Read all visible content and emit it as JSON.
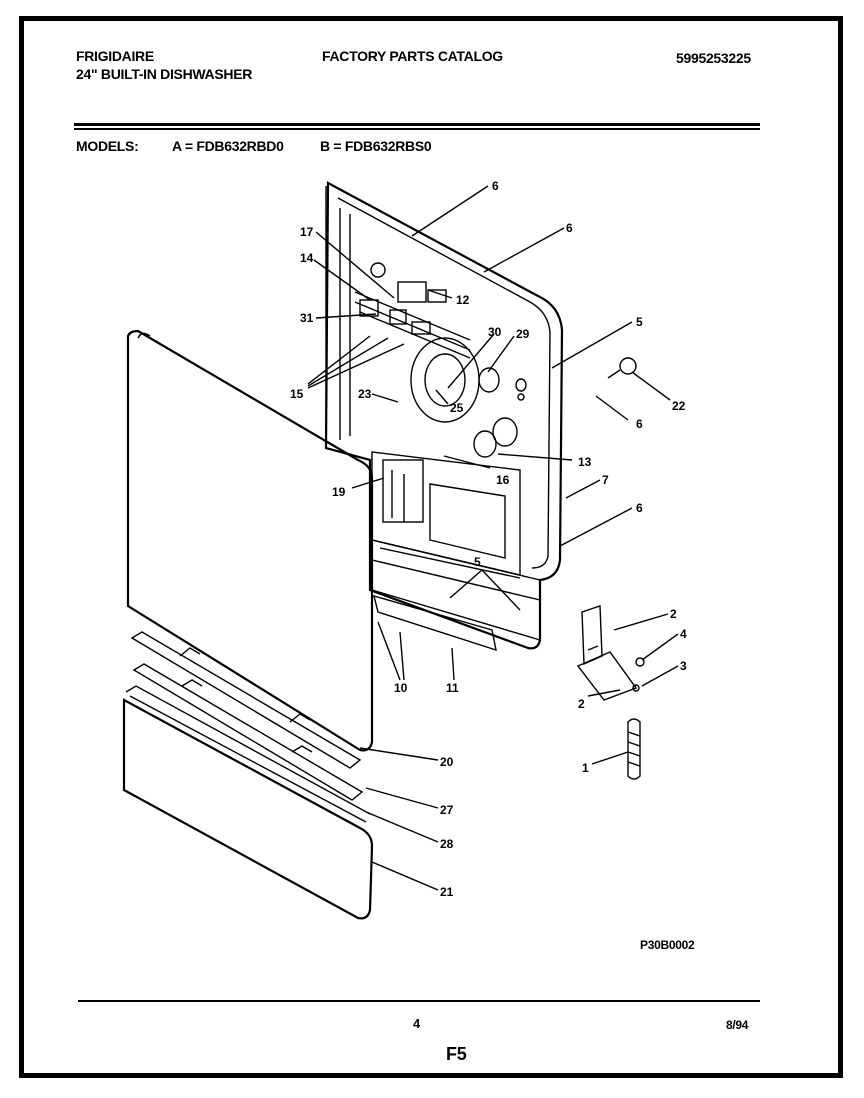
{
  "header": {
    "brand": "FRIGIDAIRE",
    "product": "24\" BUILT-IN DISHWASHER",
    "catalog": "FACTORY PARTS CATALOG",
    "catalog_number": "5995253225"
  },
  "models": {
    "label": "MODELS:",
    "a": "A = FDB632RBD0",
    "b": "B = FDB632RBS0"
  },
  "diagram": {
    "callouts": [
      "6",
      "6",
      "17",
      "14",
      "12",
      "31",
      "30",
      "29",
      "5",
      "22",
      "15",
      "23",
      "25",
      "6",
      "13",
      "16",
      "7",
      "19",
      "6",
      "5",
      "2",
      "4",
      "3",
      "2",
      "10",
      "11",
      "1",
      "20",
      "27",
      "28",
      "21"
    ],
    "figure_code": "P30B0002"
  },
  "footer": {
    "page_number": "4",
    "date": "8/94",
    "section": "F5"
  }
}
